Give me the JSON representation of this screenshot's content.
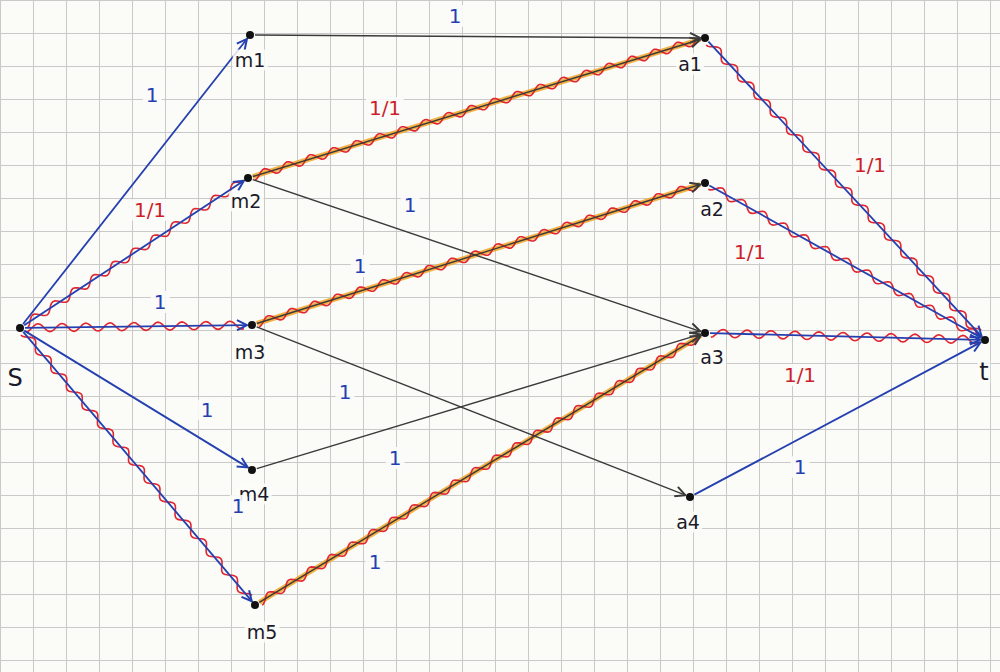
{
  "diagram": {
    "nodes": [
      {
        "text": [
          "S"
        ]
      },
      {
        "text": [
          "m1"
        ]
      },
      {
        "text": [
          "m2"
        ]
      },
      {
        "text": [
          "m3"
        ]
      },
      {
        "text": [
          "m4"
        ]
      },
      {
        "text": [
          "m5"
        ]
      },
      {
        "text": [
          "a1"
        ]
      },
      {
        "text": [
          "a2"
        ]
      },
      {
        "text": [
          "a3"
        ]
      },
      {
        "text": [
          "a4"
        ]
      },
      {
        "text": [
          "t"
        ]
      }
    ],
    "edges": [
      {
        "from": 0,
        "to": 1,
        "arrow": "to",
        "label": "1"
      },
      {
        "from": 0,
        "to": 2,
        "arrow": "to",
        "label": "1/1"
      },
      {
        "from": 0,
        "to": 3,
        "arrow": "to",
        "label": "1"
      },
      {
        "from": 0,
        "to": 4,
        "arrow": "to",
        "label": "1"
      },
      {
        "from": 0,
        "to": 5,
        "arrow": "to",
        "label": "1"
      },
      {
        "from": 1,
        "to": 6,
        "arrow": "to",
        "label": "1"
      },
      {
        "from": 2,
        "to": 6,
        "arrow": "to",
        "label": "1/1"
      },
      {
        "from": 2,
        "to": 8,
        "arrow": "to",
        "label": "1"
      },
      {
        "from": 3,
        "to": 7,
        "arrow": "to",
        "label": "1"
      },
      {
        "from": 3,
        "to": 9,
        "arrow": "to",
        "label": "1"
      },
      {
        "from": 4,
        "to": 8,
        "arrow": "to",
        "label": "1"
      },
      {
        "from": 5,
        "to": 8,
        "arrow": "to",
        "label": "1"
      },
      {
        "from": 6,
        "to": 10,
        "arrow": "to",
        "label": "1/1"
      },
      {
        "from": 7,
        "to": 10,
        "arrow": "to",
        "label": "1/1"
      },
      {
        "from": 8,
        "to": 10,
        "arrow": "to",
        "label": "1/1"
      },
      {
        "from": 9,
        "to": 10,
        "arrow": "to",
        "label": "1"
      }
    ]
  }
}
